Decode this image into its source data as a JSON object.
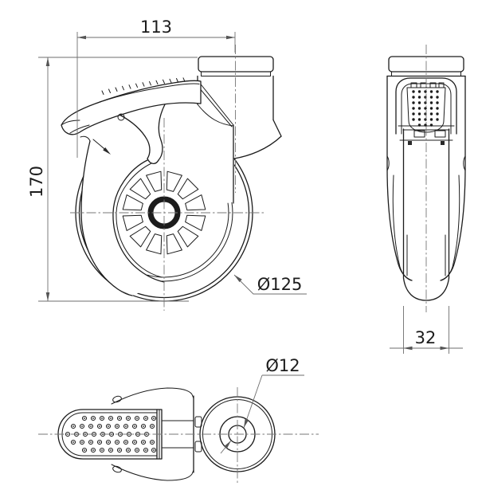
{
  "drawing": {
    "title": "caster-wheel-three-view-drawing",
    "dimensions": {
      "top_width": "113",
      "overall_height": "170",
      "wheel_diameter": "Ø125",
      "wheel_width": "32",
      "bolt_hole_diameter": "Ø12"
    },
    "colors": {
      "object_line": "#1c1c1c",
      "dimension_line": "#6e6e6e",
      "background": "#ffffff"
    }
  }
}
